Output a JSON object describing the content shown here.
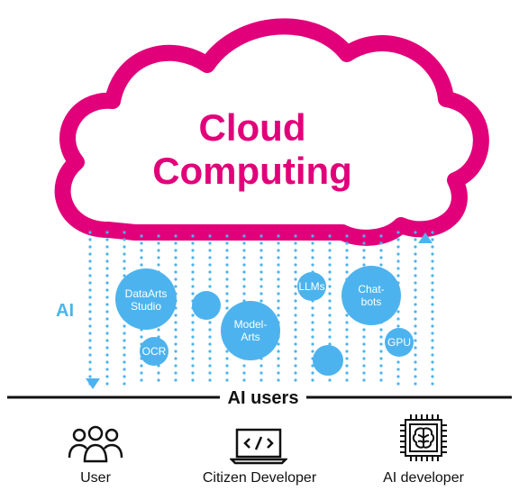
{
  "cloud": {
    "line1": "Cloud",
    "line2": "Computing",
    "color": "#e2007a"
  },
  "ai_label": "AI",
  "bubbles": {
    "dataarts": "DataArts\nStudio",
    "ocr": "OCR",
    "modelarts": "Model-\nArts",
    "llms": "LLMs",
    "chatbots": "Chat-\nbots",
    "gpu": "GPU"
  },
  "divider_label": "AI users",
  "users": {
    "user": "User",
    "citizen": "Citizen Developer",
    "ai_dev": "AI developer"
  },
  "icons": [
    "people-icon",
    "laptop-code-icon",
    "chip-brain-icon"
  ],
  "colors": {
    "accent": "#e2007a",
    "blue": "#4db3ee",
    "dark": "#111111"
  }
}
